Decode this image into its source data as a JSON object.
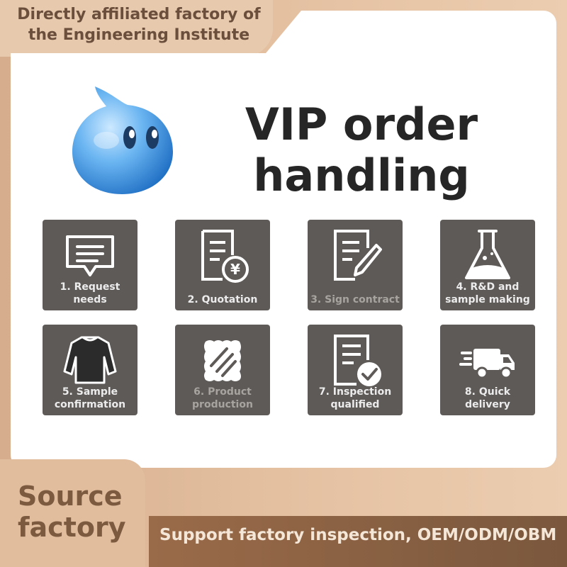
{
  "header": {
    "line1": "Directly affiliated factory of",
    "line2": "the Engineering Institute"
  },
  "headline": {
    "line1": "VIP order",
    "line2": "handling"
  },
  "steps": [
    {
      "line1": "1. Request",
      "line2": "needs",
      "icon": "chat-list-icon"
    },
    {
      "line1": "2. Quotation",
      "line2": "",
      "icon": "quote-yen-icon"
    },
    {
      "line1": "3. Sign contract",
      "line2": "",
      "icon": "contract-pen-icon"
    },
    {
      "line1": "4. R&D and",
      "line2": "sample making",
      "icon": "flask-icon"
    },
    {
      "line1": "5. Sample",
      "line2": "confirmation",
      "icon": "sweater-icon"
    },
    {
      "line1": "6. Product",
      "line2": "production",
      "icon": "fabric-swatch-icon"
    },
    {
      "line1": "7. Inspection",
      "line2": "qualified",
      "icon": "document-check-icon"
    },
    {
      "line1": "8. Quick",
      "line2": "delivery",
      "icon": "delivery-truck-icon"
    }
  ],
  "footer": {
    "source_line1": "Source",
    "source_line2": "factory",
    "support": "Support factory inspection, OEM/ODM/OBM"
  },
  "colors": {
    "background": "#e3bf9f",
    "tile": "#5e5a58",
    "headline": "#262626",
    "brown_text": "#6b4f3c",
    "mascot_blue": "#3b8fd8"
  }
}
